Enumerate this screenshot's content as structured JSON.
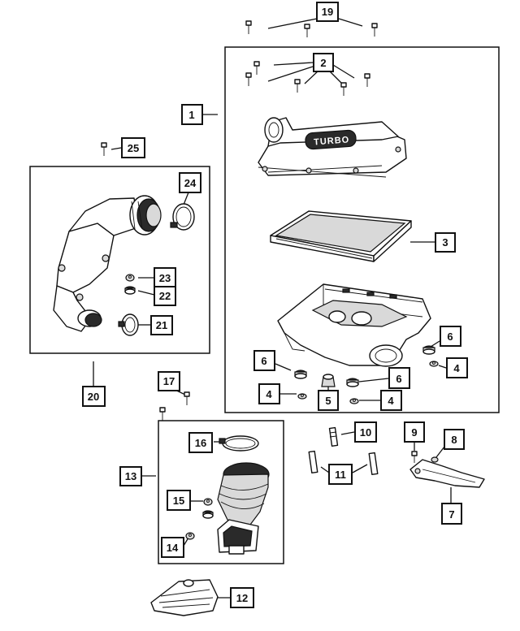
{
  "diagram": {
    "callouts": [
      "1",
      "2",
      "3",
      "4",
      "4",
      "4",
      "5",
      "6",
      "6",
      "6",
      "7",
      "8",
      "9",
      "10",
      "11",
      "12",
      "13",
      "14",
      "15",
      "16",
      "17",
      "19",
      "20",
      "21",
      "22",
      "23",
      "24",
      "25"
    ],
    "logo_text": "TURBO",
    "colors": {
      "line": "#111111",
      "background": "#ffffff",
      "fill_dark": "#2a2a2a",
      "fill_grey": "#d9d9d9"
    }
  }
}
